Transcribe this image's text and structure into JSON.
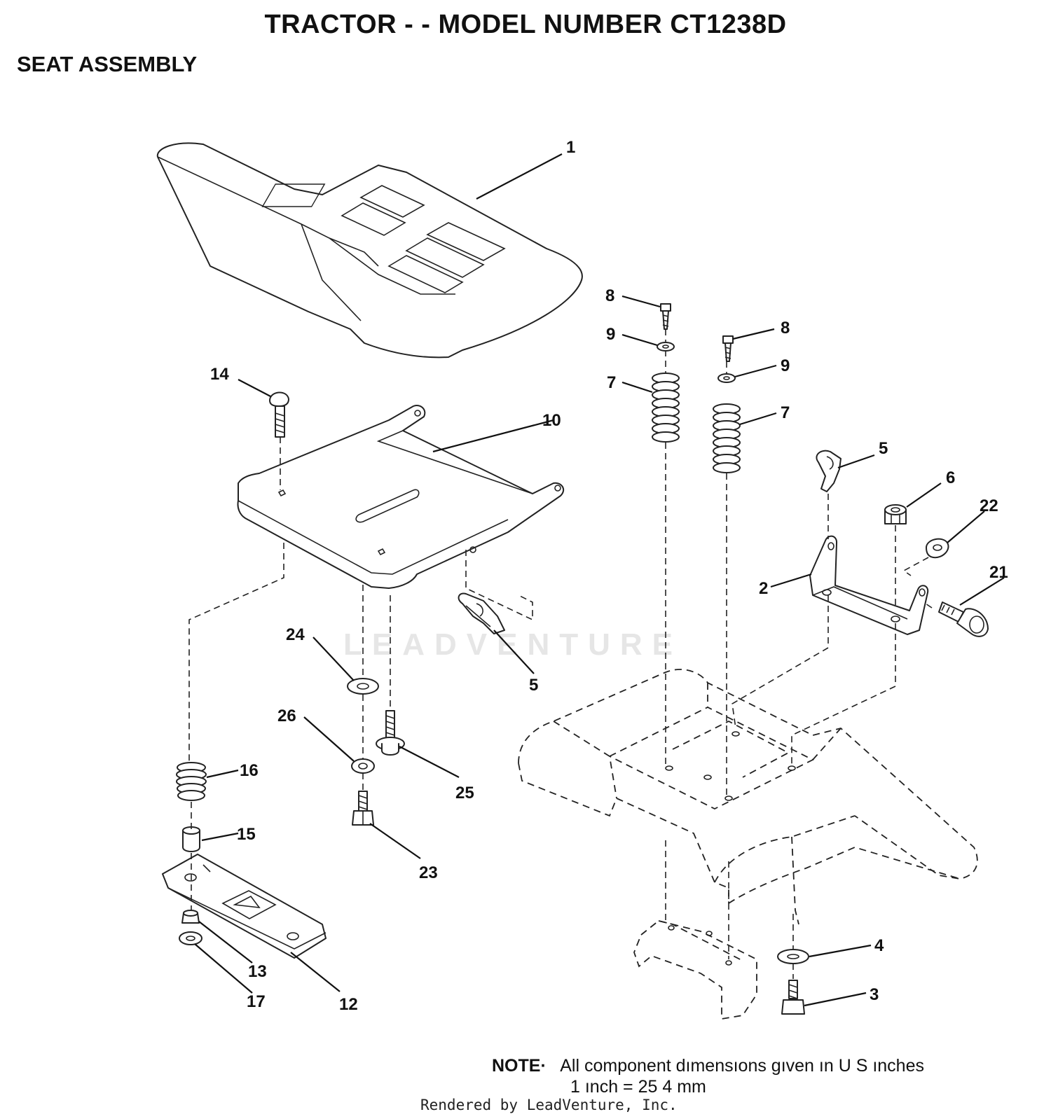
{
  "header": {
    "title": "TRACTOR - - MODEL NUMBER CT1238D",
    "section": "SEAT ASSEMBLY"
  },
  "watermark": "LEADVENTURE",
  "callouts": {
    "c1": "1",
    "c2": "2",
    "c3": "3",
    "c4": "4",
    "c5a": "5",
    "c5b": "5",
    "c6": "6",
    "c7a": "7",
    "c7b": "7",
    "c8a": "8",
    "c8b": "8",
    "c9a": "9",
    "c9b": "9",
    "c10": "10",
    "c12": "12",
    "c13": "13",
    "c14": "14",
    "c15": "15",
    "c16": "16",
    "c17": "17",
    "c21": "21",
    "c22": "22",
    "c23": "23",
    "c24": "24",
    "c25": "25",
    "c26": "26"
  },
  "note": {
    "label": "NOTE·",
    "line1": "All component dımensıons gıven ın U S  ınches",
    "line2": "1 ınch = 25 4 mm"
  },
  "footer": {
    "credit": "Rendered by LeadVenture, Inc."
  }
}
